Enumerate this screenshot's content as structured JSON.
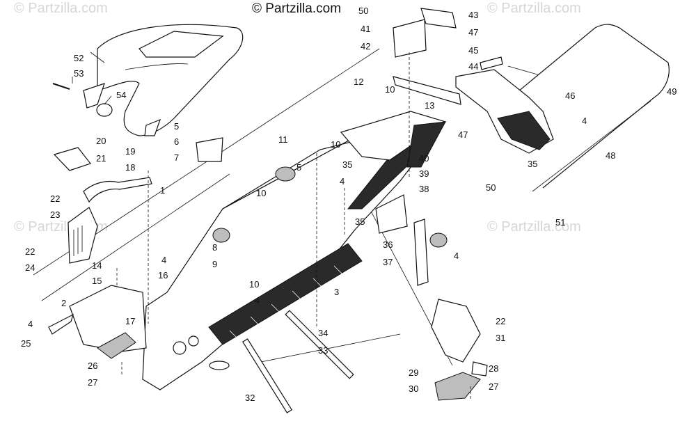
{
  "credit": "© Partzilla.com",
  "watermark": "© Partzilla.com",
  "callouts": [
    "1",
    "2",
    "3",
    "4",
    "5",
    "6",
    "7",
    "8",
    "9",
    "10",
    "11",
    "12",
    "13",
    "14",
    "15",
    "16",
    "17",
    "18",
    "19",
    "20",
    "21",
    "22",
    "23",
    "24",
    "25",
    "26",
    "27",
    "28",
    "29",
    "30",
    "31",
    "32",
    "33",
    "34",
    "35",
    "36",
    "37",
    "38",
    "39",
    "40",
    "41",
    "42",
    "43",
    "44",
    "45",
    "46",
    "47",
    "48",
    "49",
    "50",
    "51",
    "52",
    "53",
    "54"
  ],
  "colors": {
    "line": "#111111",
    "watermark": "#d6d6d6",
    "background": "#ffffff"
  }
}
